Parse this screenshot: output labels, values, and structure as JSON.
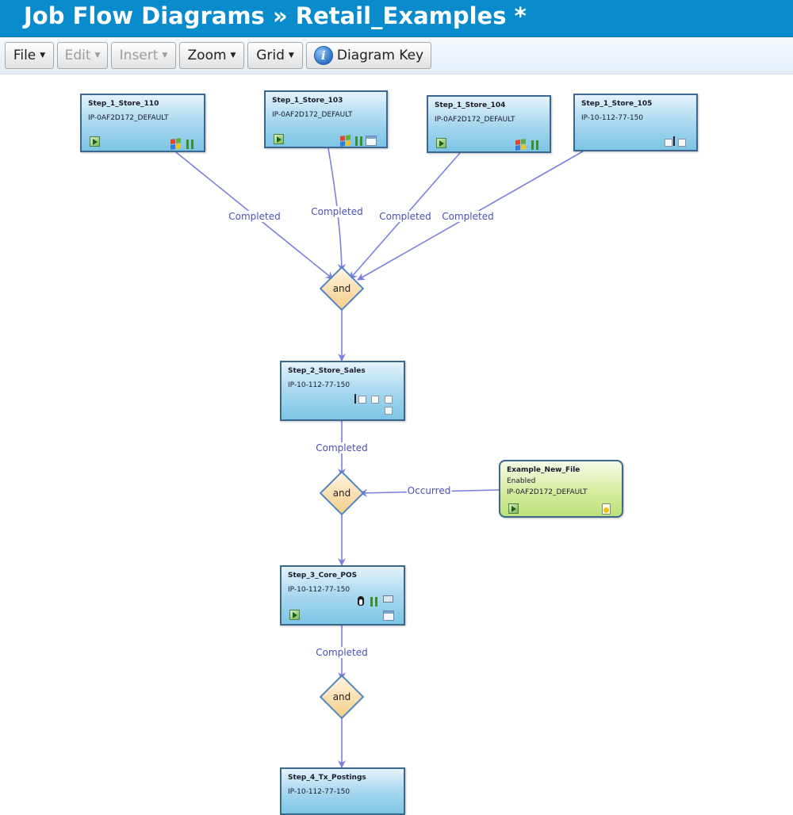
{
  "app": {
    "title": "Job Flow Diagrams » Retail_Examples *"
  },
  "toolbar": {
    "file": "File",
    "edit": "Edit",
    "insert": "Insert",
    "zoom": "Zoom",
    "grid": "Grid",
    "diagram_key": "Diagram Key"
  },
  "icons": {
    "info": "info-icon",
    "caret": "caret-down-icon",
    "run": "run-icon",
    "windows": "windows-icon",
    "pause": "pause-icon",
    "calendar": "calendar-icon",
    "linux": "linux-icon",
    "file": "file-icon"
  },
  "colors": {
    "title_bar": "#0a8ccc",
    "edge": "#7b7fe0",
    "edge_label": "#4b4fb4",
    "job_node": "#a9d8ef",
    "trigger_node": "#d6ec9f",
    "gate": "#f6cd88"
  },
  "nodes": {
    "store_110": {
      "title": "Step_1_Store_110",
      "host": "IP-0AF2D172_DEFAULT"
    },
    "store_103": {
      "title": "Step_1_Store_103",
      "host": "IP-0AF2D172_DEFAULT"
    },
    "store_104": {
      "title": "Step_1_Store_104",
      "host": "IP-0AF2D172_DEFAULT"
    },
    "store_105": {
      "title": "Step_1_Store_105",
      "host": "IP-10-112-77-150"
    },
    "store_sales": {
      "title": "Step_2_Store_Sales",
      "host": "IP-10-112-77-150"
    },
    "new_file": {
      "title": "Example_New_File",
      "status": "Enabled",
      "host": "IP-0AF2D172_DEFAULT"
    },
    "core_pos": {
      "title": "Step_3_Core_POS",
      "host": "IP-10-112-77-150"
    },
    "tx_postings": {
      "title": "Step_4_Tx_Postings",
      "host": "IP-10-112-77-150"
    }
  },
  "gates": {
    "and1": "and",
    "and2": "and",
    "and3": "and"
  },
  "edges": {
    "e110": "Completed",
    "e103": "Completed",
    "e104": "Completed",
    "e105": "Completed",
    "e_sales": "Completed",
    "e_file": "Occurred",
    "e_pos": "Completed"
  }
}
